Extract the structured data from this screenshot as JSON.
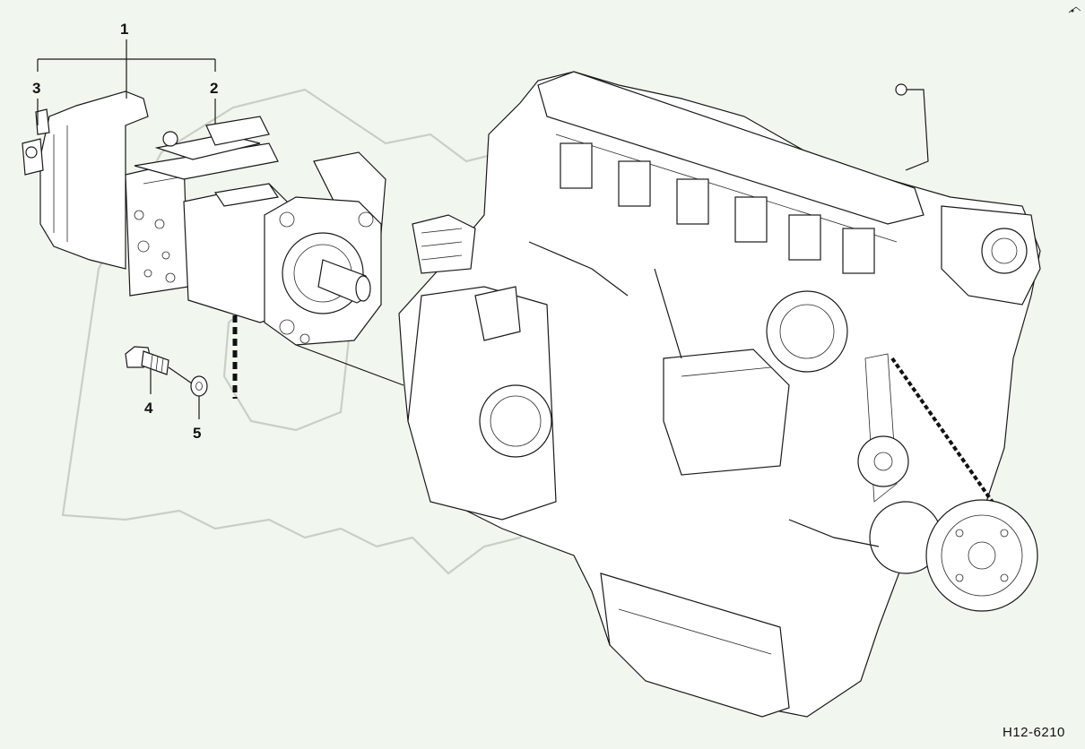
{
  "callouts": {
    "c1": "1",
    "c2": "2",
    "c3": "3",
    "c4": "4",
    "c5": "5"
  },
  "drawing_id": "H12-6210",
  "colors": {
    "background": "#f1f6ee",
    "line": "#1a1a1a"
  }
}
